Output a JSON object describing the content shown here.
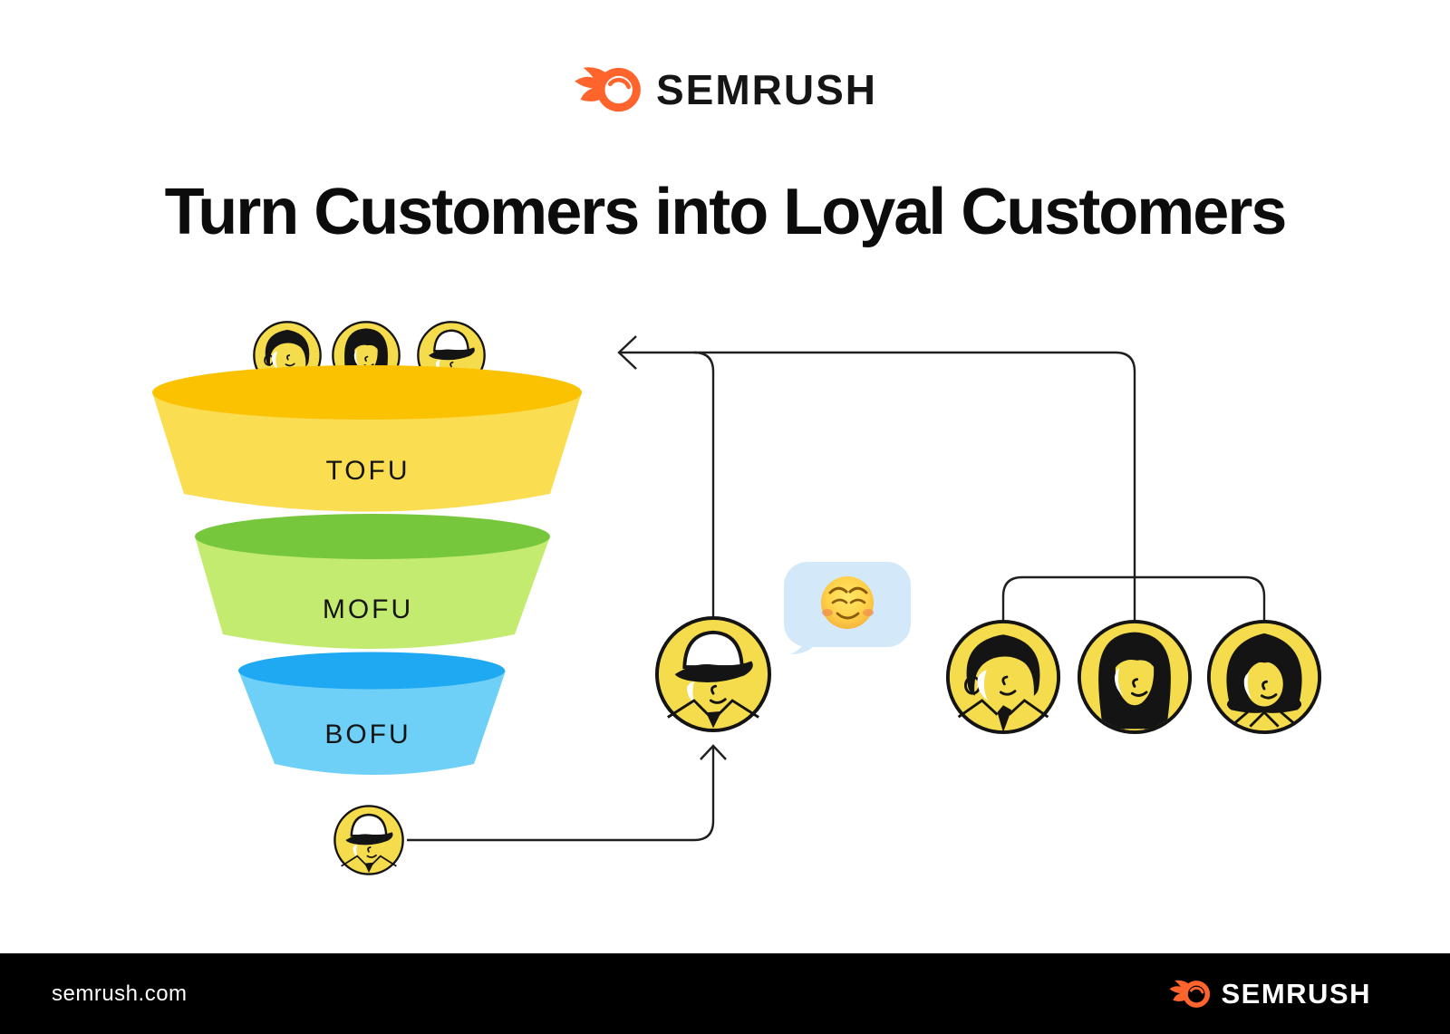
{
  "header": {
    "brand": "SEMRUSH"
  },
  "title": "Turn Customers into Loyal Customers",
  "funnel": {
    "stages": [
      {
        "label": "TOFU",
        "top_color": "#FBC201",
        "body_color": "#FADD51"
      },
      {
        "label": "MOFU",
        "top_color": "#77C73D",
        "body_color": "#C2EB70"
      },
      {
        "label": "BOFU",
        "top_color": "#1FA9F2",
        "body_color": "#6FD0F7"
      }
    ]
  },
  "actors": {
    "funnel_entrants": [
      "man-short-hair",
      "woman-long-hair",
      "man-cap"
    ],
    "loyal_customer": "man-cap",
    "new_customer": "man-cap",
    "referred_customers": [
      "man-short-hair",
      "woman-long-hair",
      "woman-bob"
    ]
  },
  "speech_bubble": {
    "emoji": "smiling-face-with-smiling-eyes",
    "background": "#D3E9FA"
  },
  "footer": {
    "website": "semrush.com",
    "brand": "SEMRUSH",
    "background": "#000000"
  },
  "colors": {
    "brand_orange": "#FF642D",
    "avatar_yellow": "#F5DC4C",
    "line": "#1F1F1F",
    "text_dark": "#151515"
  }
}
